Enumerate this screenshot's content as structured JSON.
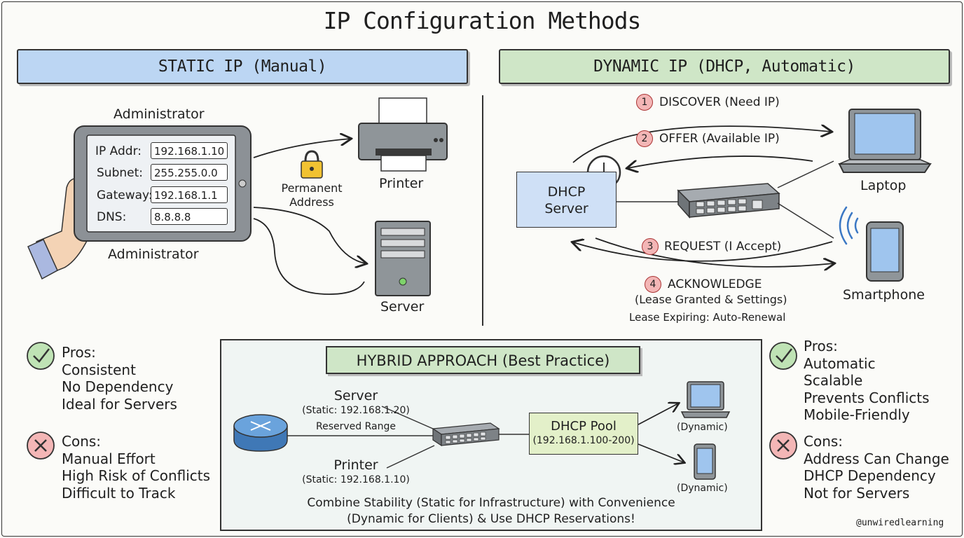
{
  "title": "IP Configuration Methods",
  "static": {
    "banner": "STATIC IP (Manual)",
    "admin_top": "Administrator",
    "admin_bottom": "Administrator",
    "form": [
      {
        "label": "IP Addr:",
        "value": "192.168.1.10"
      },
      {
        "label": "Subnet:",
        "value": "255.255.0.0"
      },
      {
        "label": "Gateway:",
        "value": "192.168.1.1"
      },
      {
        "label": "DNS:",
        "value": "8.8.8.8"
      }
    ],
    "lock_line1": "Permanent",
    "lock_line2": "Address",
    "printer": "Printer",
    "server": "Server",
    "pros_title": "Pros:",
    "pros": [
      "Consistent",
      "No Dependency",
      "Ideal for Servers"
    ],
    "cons_title": "Cons:",
    "cons": [
      "Manual Effort",
      "High Risk of Conflicts",
      "Difficult to Track"
    ]
  },
  "dynamic": {
    "banner": "DYNAMIC IP (DHCP, Automatic)",
    "dhcp_line1": "DHCP",
    "dhcp_line2": "Server",
    "steps": [
      {
        "num": "1",
        "text": "DISCOVER (Need IP)"
      },
      {
        "num": "2",
        "text": "OFFER (Available IP)"
      },
      {
        "num": "3",
        "text": "REQUEST (I Accept)"
      },
      {
        "num": "4",
        "text": "ACKNOWLEDGE"
      }
    ],
    "step4_sub": "(Lease Granted & Settings)",
    "lease_note": "Lease Expiring: Auto-Renewal",
    "laptop": "Laptop",
    "smartphone": "Smartphone",
    "pros_title": "Pros:",
    "pros": [
      "Automatic",
      "Scalable",
      "Prevents Conflicts",
      "Mobile-Friendly"
    ],
    "cons_title": "Cons:",
    "cons": [
      "Address Can Change",
      "DHCP Dependency",
      "Not for Servers"
    ]
  },
  "hybrid": {
    "title": "HYBRID APPROACH (Best Practice)",
    "server_label": "Server",
    "server_static": "(Static: 192.168.1.20)",
    "reserved_range": "Reserved Range",
    "printer_label": "Printer",
    "printer_static": "(Static: 192.168.1.10)",
    "pool_line1": "DHCP Pool",
    "pool_line2": "(192.168.1.100-200)",
    "dynamic_top": "(Dynamic)",
    "dynamic_bottom": "(Dynamic)",
    "summary_line1": "Combine Stability (Static for Infrastructure) with Convenience",
    "summary_line2": "(Dynamic for Clients) & Use DHCP Reservations!"
  },
  "watermark": "@unwiredlearning",
  "colors": {
    "static_banner": "#bcd6f3",
    "dynamic_banner": "#cfe6c7",
    "pros_icon": "#bfe3b5",
    "cons_icon": "#f3b6b6",
    "step_badge": "#f3b6b6"
  }
}
